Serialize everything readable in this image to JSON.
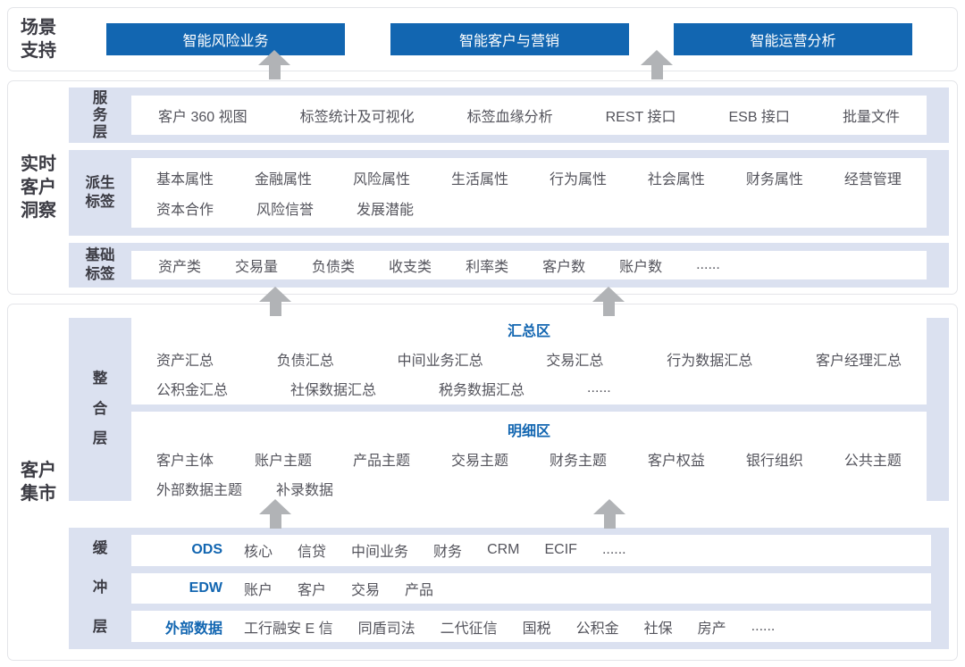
{
  "colors": {
    "accent_blue": "#1266b1",
    "panel_lavender": "#dbe1f0",
    "item_text": "#54545c",
    "label_text": "#3c3c44",
    "arrow_gray": "#b1b3b6",
    "section_border": "#e4e5e9"
  },
  "scene_support": {
    "label": "场景\n支持",
    "buttons": [
      "智能风险业务",
      "智能客户与营销",
      "智能运营分析"
    ]
  },
  "realtime_insight": {
    "label": "实时\n客户\n洞察",
    "service_layer": {
      "label": "服\n务\n层",
      "items": [
        "客户 360 视图",
        "标签统计及可视化",
        "标签血缘分析",
        "REST 接口",
        "ESB 接口",
        "批量文件"
      ]
    },
    "derived_tags": {
      "label": "派生\n标签",
      "rows": [
        [
          "基本属性",
          "金融属性",
          "风险属性",
          "生活属性",
          "行为属性",
          "社会属性",
          "财务属性",
          "经营管理"
        ],
        [
          "资本合作",
          "风险信誉",
          "发展潜能"
        ]
      ]
    },
    "basic_tags": {
      "label": "基础\n标签",
      "items": [
        "资产类",
        "交易量",
        "负债类",
        "收支类",
        "利率类",
        "客户数",
        "账户数",
        "......"
      ]
    }
  },
  "customer_mart": {
    "label": "客户\n集市",
    "integration_layer": {
      "label": "整\n合\n层",
      "summary_zone": {
        "title": "汇总区",
        "rows": [
          [
            "资产汇总",
            "负债汇总",
            "中间业务汇总",
            "交易汇总",
            "行为数据汇总",
            "客户经理汇总"
          ],
          [
            "公积金汇总",
            "社保数据汇总",
            "税务数据汇总",
            "......"
          ]
        ]
      },
      "detail_zone": {
        "title": "明细区",
        "rows": [
          [
            "客户主体",
            "账户主题",
            "产品主题",
            "交易主题",
            "财务主题",
            "客户权益",
            "银行组织",
            "公共主题"
          ],
          [
            "外部数据主题",
            "补录数据"
          ]
        ]
      }
    },
    "buffer_layer": {
      "label": "缓\n冲\n层",
      "rows": [
        {
          "name": "ODS",
          "items": [
            "核心",
            "信贷",
            "中间业务",
            "财务",
            "CRM",
            "ECIF",
            "......"
          ]
        },
        {
          "name": "EDW",
          "items": [
            "账户",
            "客户",
            "交易",
            "产品"
          ]
        },
        {
          "name": "外部数据",
          "items": [
            "工行融安 E 信",
            "同盾司法",
            "二代征信",
            "国税",
            "公积金",
            "社保",
            "房产",
            "......"
          ]
        }
      ]
    }
  }
}
